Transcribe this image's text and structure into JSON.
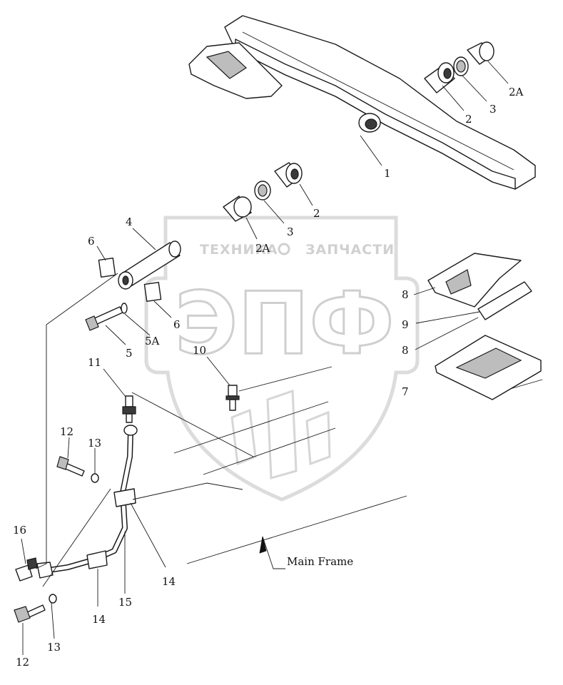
{
  "watermark": {
    "brand_small_left": "ТЕХНИКА",
    "brand_small_right": "ЗАПЧАСТИ",
    "brand_big": "ЭПФ"
  },
  "callouts": {
    "c1": "1",
    "c2_top": "2",
    "c3_top": "3",
    "c2a_top": "2A",
    "c2_mid": "2",
    "c3_mid": "3",
    "c2a_mid": "2A",
    "c4": "4",
    "c5": "5",
    "c5a": "5A",
    "c6_left": "6",
    "c6_right": "6",
    "c7": "7",
    "c8_top": "8",
    "c8_bottom": "8",
    "c9": "9",
    "c10": "10",
    "c11": "11",
    "c12_top": "12",
    "c12_bottom": "12",
    "c13_top": "13",
    "c13_bottom": "13",
    "c14_right": "14",
    "c14_bottom": "14",
    "c15": "15",
    "c16": "16"
  },
  "labels": {
    "main_frame": "Main Frame"
  }
}
